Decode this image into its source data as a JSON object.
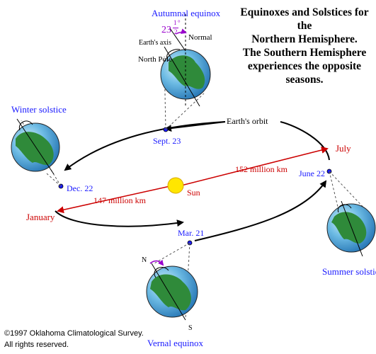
{
  "title": {
    "line1": "Equinoxes and Solstices for the",
    "line2": "Northern Hemisphere.",
    "line3": "The Southern Hemisphere",
    "line4": "experiences the opposite seasons."
  },
  "labels": {
    "autumnal_equinox": "Autumnal equinox",
    "winter_solstice": "Winter solstice",
    "summer_solstice": "Summer solstice",
    "vernal_equinox": "Vernal equinox",
    "tilt_whole": "23",
    "tilt_num": "1",
    "tilt_den": "2",
    "tilt_deg": "°",
    "earths_axis": "Earth's axis",
    "normal": "Normal",
    "north_pole": "North Pole",
    "earths_orbit": "Earth's orbit",
    "sept23": "Sept. 23",
    "dec22": "Dec. 22",
    "june22": "June 22",
    "mar21": "Mar. 21",
    "july": "July",
    "january": "January",
    "sun": "Sun",
    "dist_far": "152 million km",
    "dist_near": "147 million km",
    "n": "N",
    "s": "S"
  },
  "copyright": {
    "line1": "©1997 Oklahoma Climatological Survey.",
    "line2": "All rights reserved."
  },
  "colors": {
    "ocean": "#3d9fd8",
    "ocean_light": "#bfe0f0",
    "land": "#2f8a3a",
    "label_blue": "#1a1aff",
    "distance_red": "#cc0000",
    "sun": "#ffe600",
    "tilt_purple": "#9900cc"
  }
}
